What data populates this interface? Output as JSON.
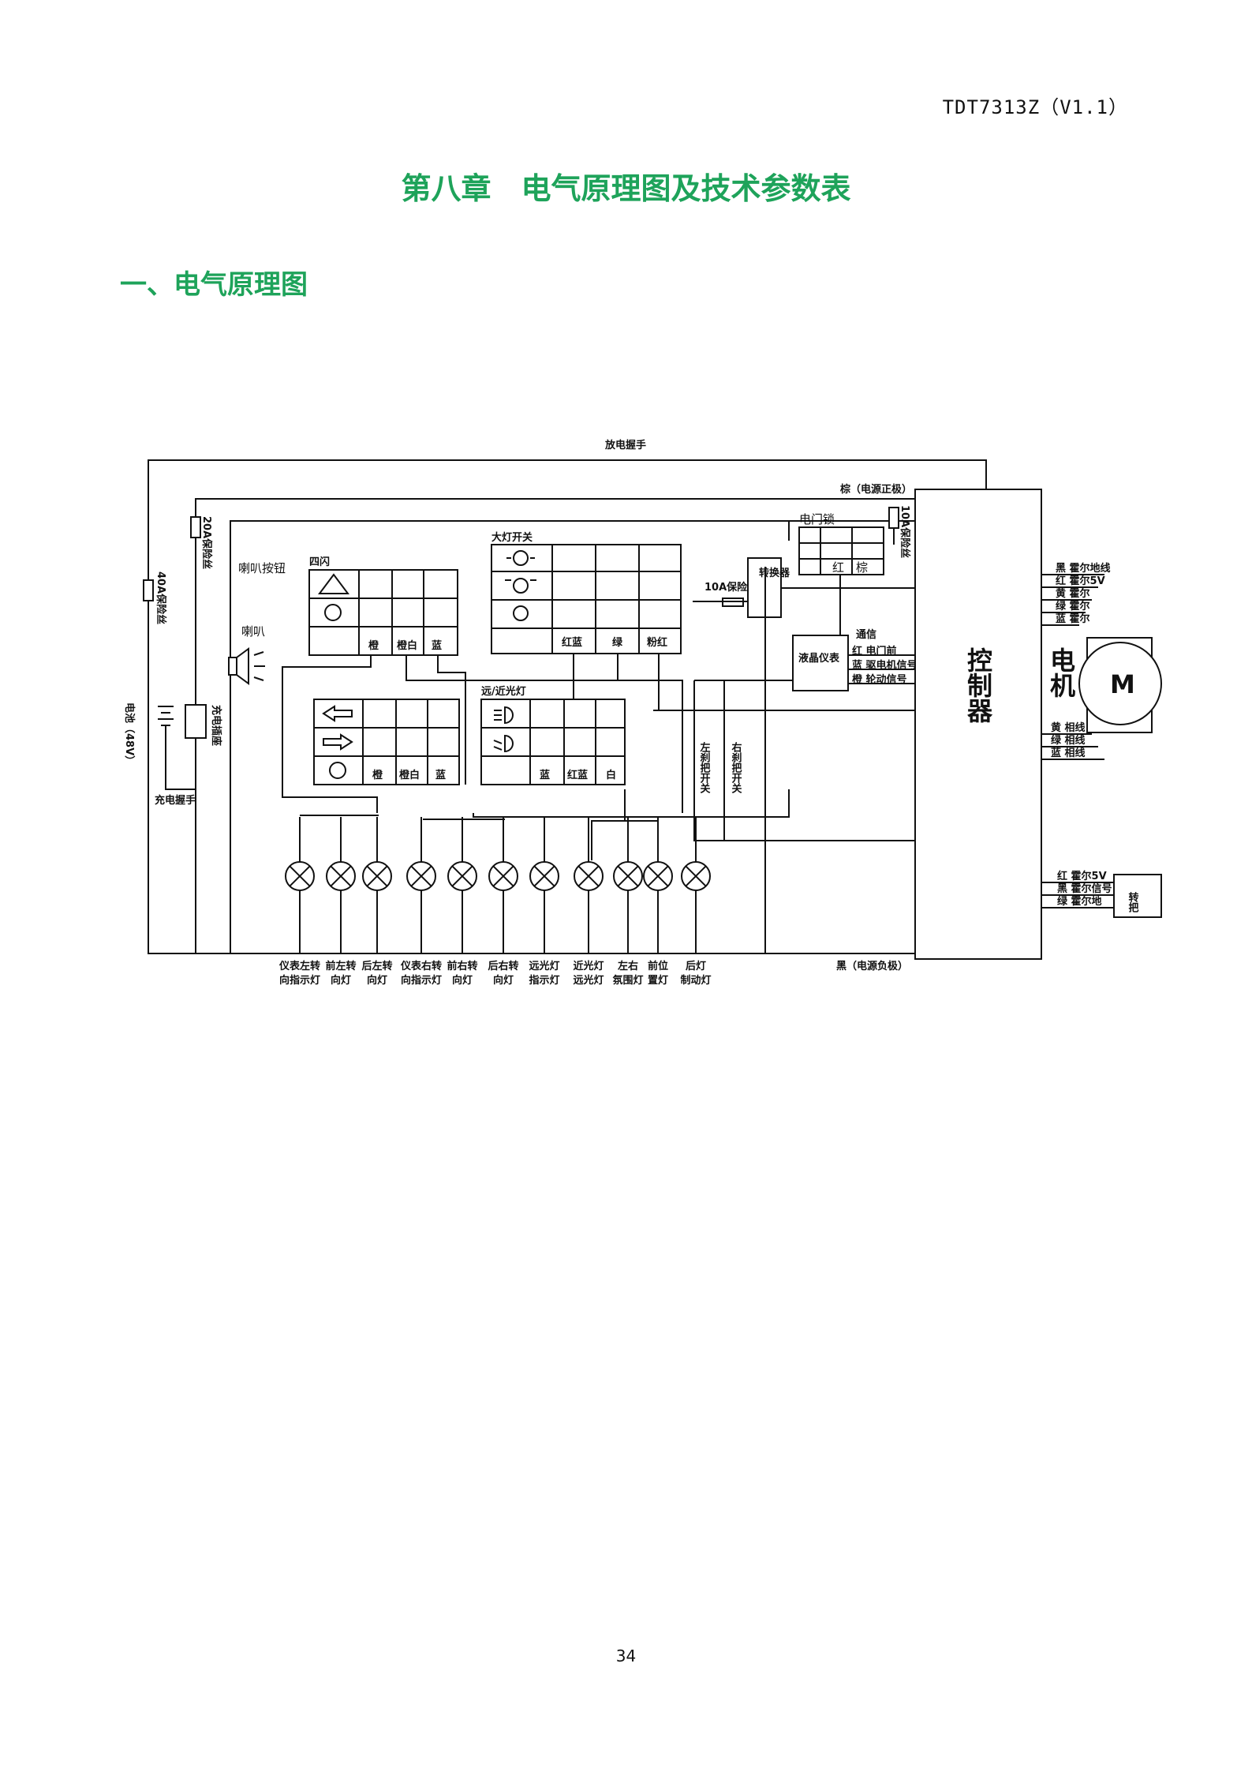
{
  "header": {
    "doc_code": "TDT7313Z（V1.1）"
  },
  "chapter_title": "第八章　电气原理图及技术参数表",
  "section_title": "一、电气原理图",
  "page_number": "34",
  "diagram": {
    "discharge_handle": "放电握手",
    "brown_positive": "棕（电源正极）",
    "black_negative": "黑（电源负极）",
    "fuse_20a": "20A保险丝",
    "fuse_40a": "40A保险丝",
    "fuse_10a_top": "10A保险丝",
    "fuse_10a": "10A保险丝",
    "horn_button": "喇叭按钮",
    "horn": "喇叭",
    "battery": "电池（48V）",
    "charge_port": "充电插座",
    "charge_handle": "充电握手",
    "hazard_label": "四闪",
    "headlight_switch": "大灯开关",
    "beam_switch": "远/近光灯",
    "door_lock": "电门锁",
    "lock_red": "红",
    "lock_brown": "棕",
    "converter": "转换器",
    "lcd_meter": "液晶仪表",
    "comm": "通信",
    "meter_lines": [
      "红 电门前",
      "蓝 驱电机信号",
      "橙 轮动信号"
    ],
    "left_brake": "左刹把开关",
    "right_brake": "右刹把开关",
    "controller": "控制器",
    "motor": "电机",
    "motor_symbol": "M",
    "hall_lines": [
      "黑 霍尔地线",
      "红 霍尔5V",
      "黄 霍尔",
      "绿 霍尔",
      "蓝 霍尔"
    ],
    "phase_lines": [
      "黄 相线",
      "绿 相线",
      "蓝 相线"
    ],
    "throttle_lines": [
      "红 霍尔5V",
      "黑 霍尔信号",
      "绿 霍尔地"
    ],
    "throttle": "转把",
    "hazard_wires": [
      "橙",
      "橙白",
      "蓝"
    ],
    "turn_wires": [
      "橙",
      "橙白",
      "蓝"
    ],
    "headlight_wires": [
      "红蓝",
      "绿",
      "粉红"
    ],
    "beam_wires": [
      "蓝",
      "红蓝",
      "白"
    ],
    "lamps": [
      [
        "仪表左转",
        "向指示灯"
      ],
      [
        "前左转",
        "向灯"
      ],
      [
        "后左转",
        "向灯"
      ],
      [
        "仪表右转",
        "向指示灯"
      ],
      [
        "前右转",
        "向灯"
      ],
      [
        "后右转",
        "向灯"
      ],
      [
        "远光灯",
        "指示灯"
      ],
      [
        "近光灯",
        "远光灯"
      ],
      [
        "左右",
        "氛围灯"
      ],
      [
        "前位",
        "置灯"
      ],
      [
        "后灯",
        "制动灯"
      ]
    ]
  }
}
